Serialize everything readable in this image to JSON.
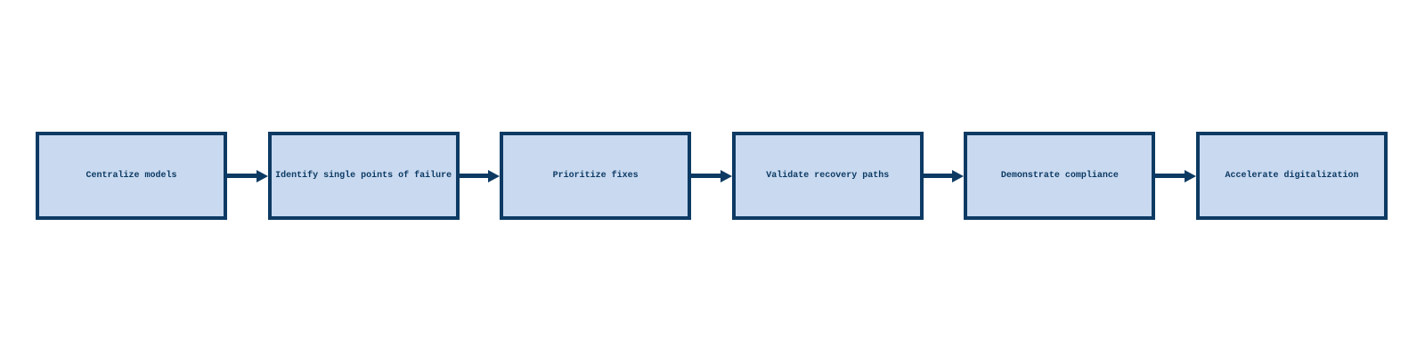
{
  "diagram": {
    "type": "flowchart",
    "direction": "left-to-right",
    "steps": [
      {
        "label": "Centralize models"
      },
      {
        "label": "Identify single points of failure"
      },
      {
        "label": "Prioritize fixes"
      },
      {
        "label": "Validate recovery paths"
      },
      {
        "label": "Demonstrate compliance"
      },
      {
        "label": "Accelerate digitalization"
      }
    ],
    "connector": "arrow-right",
    "colors": {
      "box_fill": "#c8d9f0",
      "box_border": "#0d3a63",
      "text": "#0d3a63",
      "arrow": "#0d3a63",
      "background": "#ffffff"
    }
  }
}
